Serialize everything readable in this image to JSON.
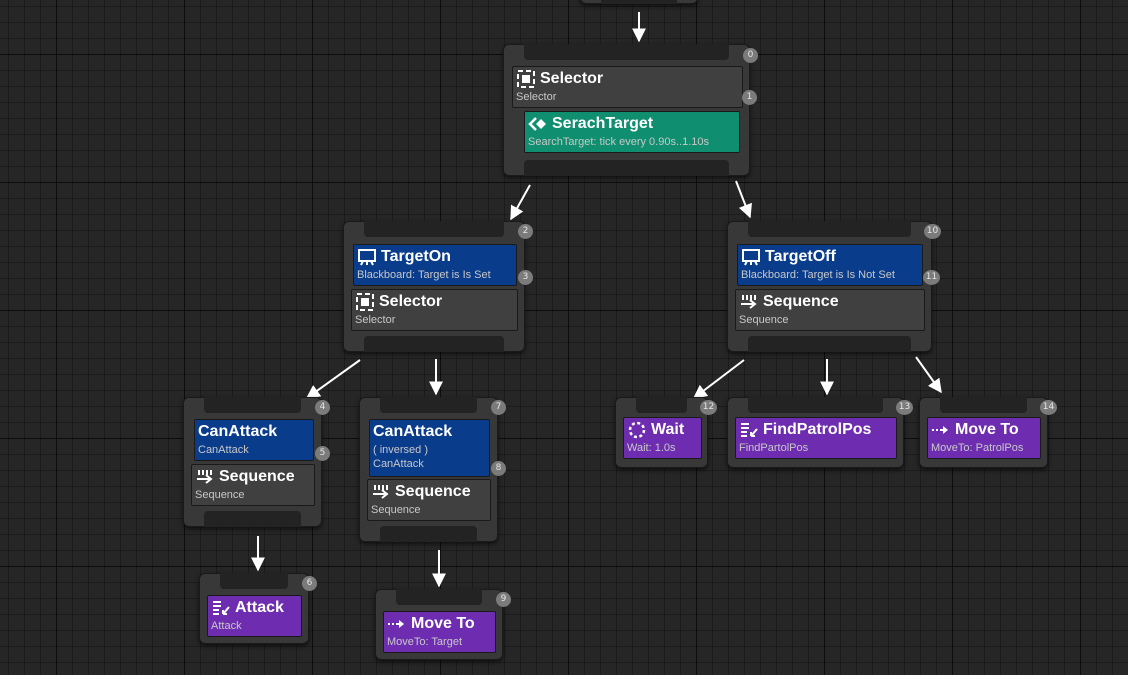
{
  "nodes": {
    "n0": {
      "index": "0",
      "composite": {
        "title": "Selector",
        "subtitle": "Selector",
        "index": "1",
        "icon": "selector-icon"
      },
      "service": {
        "title": "SerachTarget",
        "subtitle": "SearchTarget: tick every 0.90s..1.10s",
        "icon": "service-icon"
      }
    },
    "n2": {
      "index": "2",
      "decorator": {
        "title": "TargetOn",
        "subtitle": "Blackboard: Target is Is Set",
        "index": "3",
        "icon": "blackboard-icon"
      },
      "composite": {
        "title": "Selector",
        "subtitle": "Selector",
        "icon": "selector-icon"
      }
    },
    "n10": {
      "index": "10",
      "decorator": {
        "title": "TargetOff",
        "subtitle": "Blackboard: Target is Is Not Set",
        "index": "11",
        "icon": "blackboard-icon"
      },
      "composite": {
        "title": "Sequence",
        "subtitle": "Sequence",
        "icon": "sequence-icon"
      }
    },
    "n4": {
      "index": "4",
      "decorator": {
        "title": "CanAttack",
        "subtitle": "CanAttack",
        "index": "5"
      },
      "composite": {
        "title": "Sequence",
        "subtitle": "Sequence",
        "icon": "sequence-icon"
      }
    },
    "n7": {
      "index": "7",
      "decorator": {
        "title": "CanAttack",
        "inversed": "( inversed )",
        "subtitle": "CanAttack",
        "index": "8"
      },
      "composite": {
        "title": "Sequence",
        "subtitle": "Sequence",
        "icon": "sequence-icon"
      }
    },
    "n6": {
      "index": "6",
      "task": {
        "title": "Attack",
        "subtitle": "Attack",
        "icon": "task-icon"
      }
    },
    "n9": {
      "index": "9",
      "task": {
        "title": "Move To",
        "subtitle": "MoveTo: Target",
        "icon": "move-to-icon"
      }
    },
    "n12": {
      "index": "12",
      "task": {
        "title": "Wait",
        "subtitle": "Wait: 1.0s",
        "icon": "wait-icon"
      }
    },
    "n13": {
      "index": "13",
      "task": {
        "title": "FindPatrolPos",
        "subtitle": "FindPartolPos",
        "icon": "task-icon"
      }
    },
    "n14": {
      "index": "14",
      "task": {
        "title": "Move To",
        "subtitle": "MoveTo: PatrolPos",
        "icon": "move-to-icon"
      }
    }
  },
  "colors": {
    "composite": "#404040",
    "decorator": "#0a3c8c",
    "service": "#0f8f6f",
    "task": "#6e2db0",
    "wire": "#ffffff"
  }
}
